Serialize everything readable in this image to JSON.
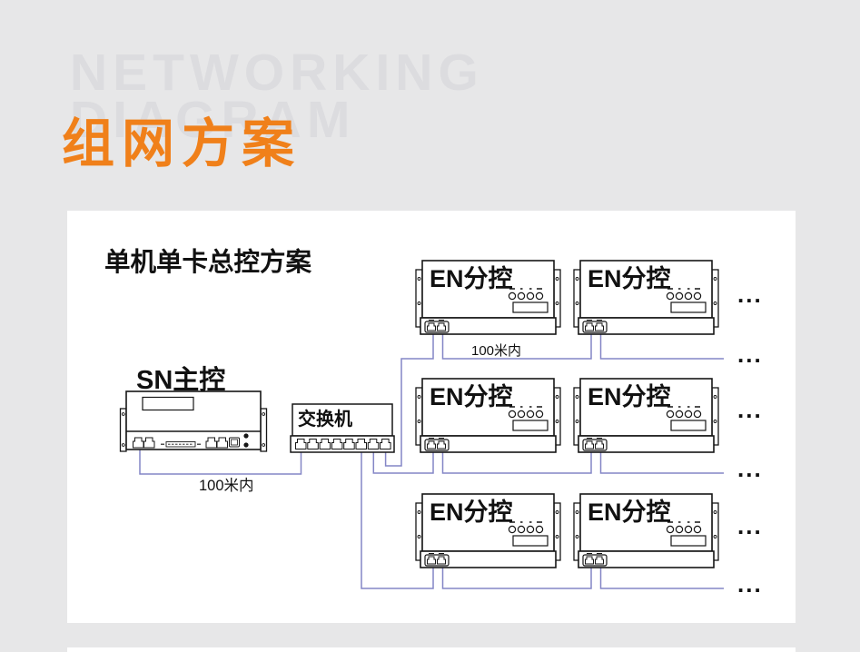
{
  "colors": {
    "page_background": "#e7e7e8",
    "accent_orange": "#f0801a",
    "watermark_gray": "#dcdcdf",
    "cable_purple": "#8486c6",
    "device_ink": "#161616"
  },
  "header": {
    "watermark_line1": "NETWORKING",
    "watermark_line2": "DIAGRAM",
    "title": "组网方案"
  },
  "diagram": {
    "heading": "单机单卡总控方案",
    "master_label": "SN主控",
    "switch_label": "交换机",
    "en_units": [
      {
        "label": "EN分控"
      },
      {
        "label": "EN分控"
      },
      {
        "label": "EN分控"
      },
      {
        "label": "EN分控"
      },
      {
        "label": "EN分控"
      },
      {
        "label": "EN分控"
      }
    ],
    "distance_top": "100米内",
    "distance_bottom": "100米内",
    "ellipsis": [
      "...",
      "...",
      "...",
      "...",
      "...",
      "..."
    ]
  }
}
